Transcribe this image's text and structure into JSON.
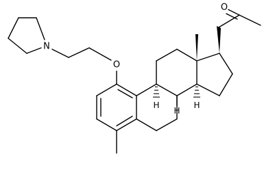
{
  "molecule": {
    "atoms": {
      "nitrogen": "N",
      "ether_oxygen": "O",
      "ketone_oxygen": "O",
      "h_c9": "H",
      "h_c8": "H",
      "h_c14": "H"
    }
  }
}
